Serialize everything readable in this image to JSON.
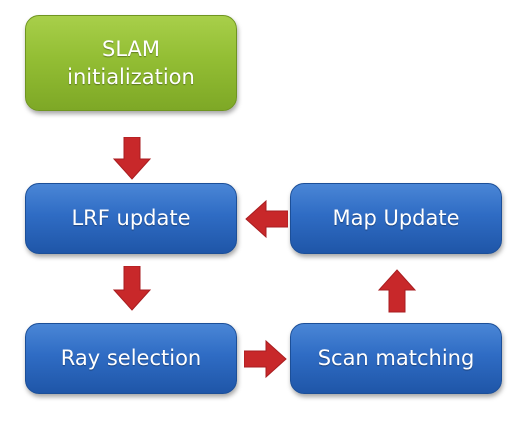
{
  "nodes": {
    "slam_init": {
      "line1": "SLAM",
      "line2": "initialization"
    },
    "lrf_update": "LRF update",
    "map_update": "Map Update",
    "ray_selection": "Ray selection",
    "scan_matching": "Scan matching"
  },
  "colors": {
    "node_blue": "#2f6cc4",
    "node_green": "#93be34",
    "arrow_red": "#c8282a",
    "text": "#ffffff"
  },
  "flow": [
    [
      "SLAM initialization",
      "LRF update"
    ],
    [
      "LRF update",
      "Ray selection"
    ],
    [
      "Ray selection",
      "Scan matching"
    ],
    [
      "Scan matching",
      "Map Update"
    ],
    [
      "Map Update",
      "LRF update"
    ]
  ]
}
